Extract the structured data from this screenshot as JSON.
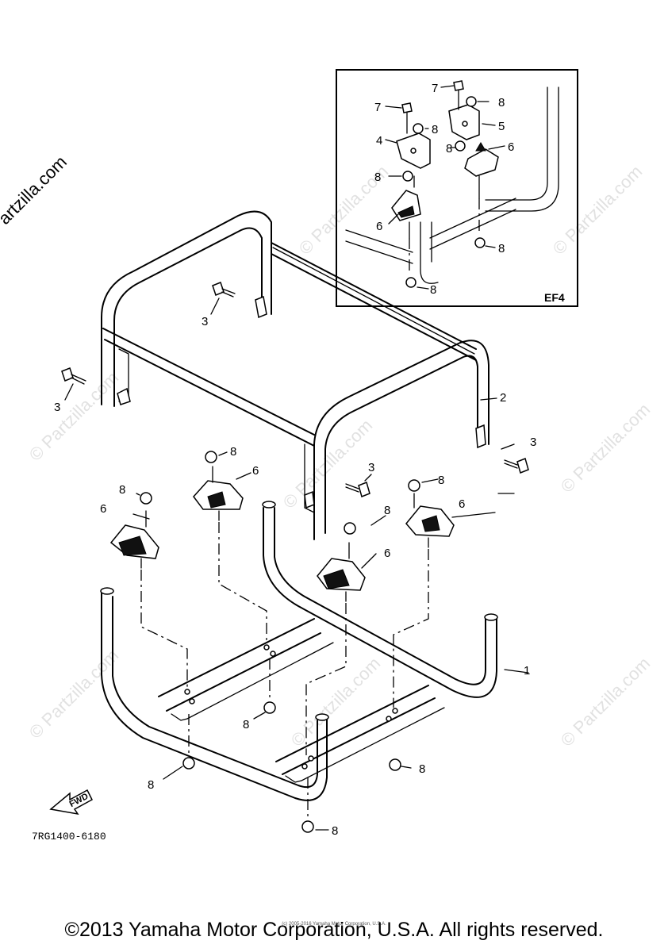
{
  "watermark": {
    "side_text": "© Partzilla.com",
    "tile_text": "© Partzilla.com"
  },
  "inset": {
    "label": "EF4"
  },
  "drawing_code": "7RG1400-6180",
  "fwd_label": "FWD",
  "callouts": {
    "frame_lower": "1",
    "frame_upper": "2",
    "bolt_a": "3",
    "bolt_b": "3",
    "bolt_c": "3",
    "bolt_d": "3",
    "bracket_left": "4",
    "bracket_right": "5",
    "mount_a": "6",
    "mount_b": "6",
    "mount_c": "6",
    "mount_d": "6",
    "inset_mount_a": "6",
    "inset_mount_b": "6",
    "bolt_inset_a": "7",
    "bolt_inset_b": "7",
    "nut_a": "8",
    "nut_b": "8",
    "nut_c": "8",
    "nut_d": "8",
    "nut_e": "8",
    "nut_f": "8",
    "nut_g": "8",
    "nut_h": "8",
    "nut_inset_a": "8",
    "nut_inset_b": "8",
    "nut_inset_c": "8",
    "nut_inset_d": "8",
    "nut_inset_e": "8",
    "nut_inset_f": "8"
  },
  "footer": {
    "copyright": "©2013 Yamaha Motor Corporation, U.S.A. All rights reserved.",
    "small_copyright": "(c) 2005-2016 Yamaha Motor Corporation, U.S.A."
  }
}
